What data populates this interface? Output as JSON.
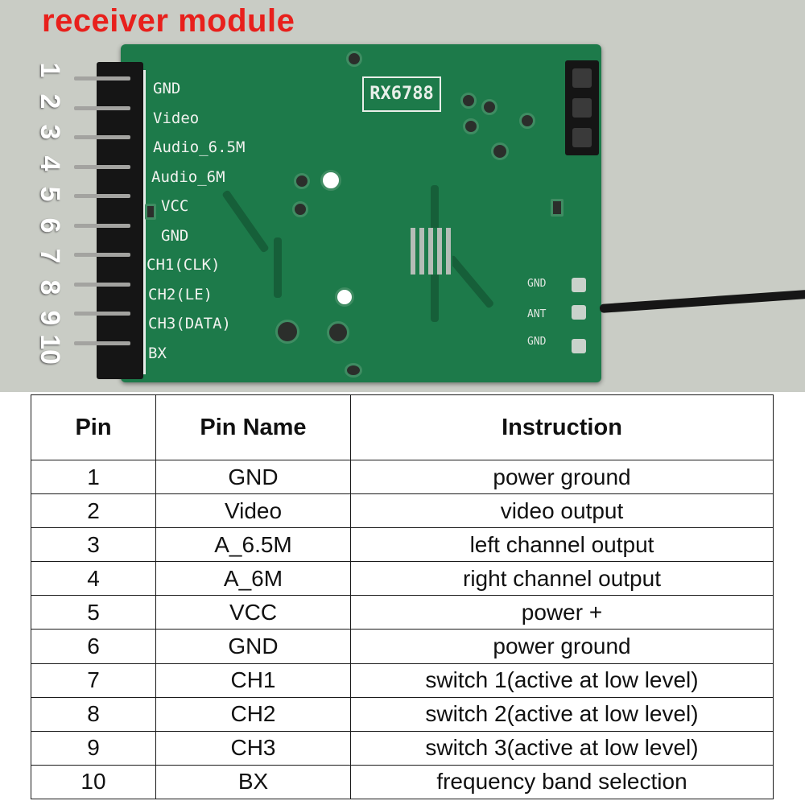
{
  "photo": {
    "title": "receiver module",
    "pin_numbers": [
      "1",
      "2",
      "3",
      "4",
      "5",
      "6",
      "7",
      "8",
      "9",
      "10"
    ],
    "board_pin_labels": [
      "GND",
      "Video",
      "Audio_6.5M",
      "Audio_6M",
      "VCC",
      "GND",
      "CH1(CLK)",
      "CH2(LE)",
      "CH3(DATA)",
      "BX"
    ],
    "chip_marking": "RX6788",
    "antenna_labels": [
      "GND",
      "ANT",
      "GND"
    ],
    "board_color": "#1d7a4a"
  },
  "table": {
    "headers": [
      "Pin",
      "Pin Name",
      "Instruction"
    ],
    "rows": [
      {
        "pin": "1",
        "name": "GND",
        "instruction": "power ground"
      },
      {
        "pin": "2",
        "name": "Video",
        "instruction": "video output"
      },
      {
        "pin": "3",
        "name": "A_6.5M",
        "instruction": "left channel output"
      },
      {
        "pin": "4",
        "name": "A_6M",
        "instruction": "right channel output"
      },
      {
        "pin": "5",
        "name": "VCC",
        "instruction": "power +"
      },
      {
        "pin": "6",
        "name": "GND",
        "instruction": "power ground"
      },
      {
        "pin": "7",
        "name": "CH1",
        "instruction": "switch 1(active at low level)"
      },
      {
        "pin": "8",
        "name": "CH2",
        "instruction": "switch 2(active at low level)"
      },
      {
        "pin": "9",
        "name": "CH3",
        "instruction": "switch 3(active at low level)"
      },
      {
        "pin": "10",
        "name": "BX",
        "instruction": "frequency band selection"
      }
    ]
  }
}
